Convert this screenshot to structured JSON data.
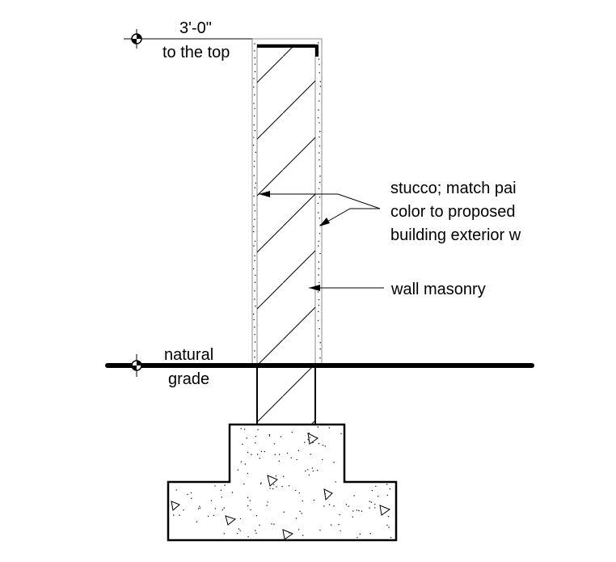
{
  "labels": {
    "top_dimension": "3'-0\"",
    "top_reference": "to the top",
    "stucco_line1": "stucco; match pai",
    "stucco_line2": "color to proposed",
    "stucco_line3": "building exterior w",
    "masonry": "wall masonry",
    "grade_line1": "natural",
    "grade_line2": "grade"
  },
  "colors": {
    "line": "#000000",
    "stucco_border": "#8c8c8c",
    "background": "#ffffff"
  },
  "icons": {
    "elevation_marker": "elevation-datum-symbol",
    "aggregate_marks": "triangle-aggregate-symbol"
  }
}
